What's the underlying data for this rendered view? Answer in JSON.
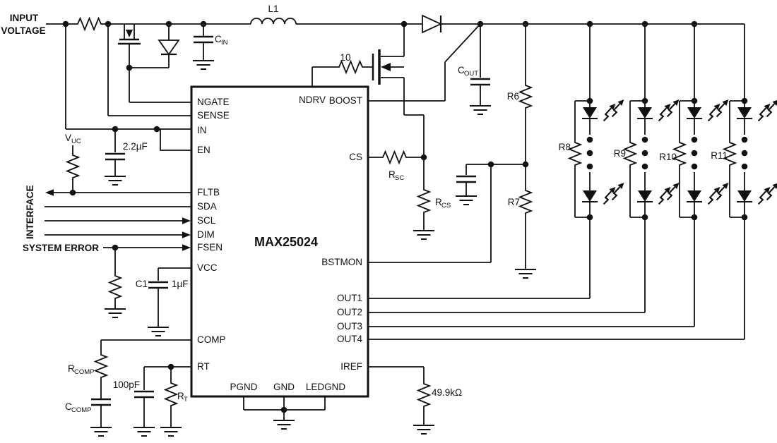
{
  "colors": {
    "ink": "#111111",
    "background": "#ffffff"
  },
  "io": {
    "input_voltage_line1": "INPUT",
    "input_voltage_line2": "VOLTAGE",
    "interface": "INTERFACE",
    "system_error": "SYSTEM ERROR"
  },
  "ic": {
    "name": "MAX25024",
    "pins": {
      "left": [
        "NGATE",
        "SENSE",
        "IN",
        "EN",
        "FLTB",
        "SDA",
        "SCL",
        "DIM",
        "FSEN",
        "VCC",
        "COMP",
        "RT"
      ],
      "right": [
        "BOOST",
        "CS",
        "BSTMON",
        "OUT1",
        "OUT2",
        "OUT3",
        "OUT4",
        "IREF"
      ],
      "top": [
        "NDRV"
      ],
      "bottom": [
        "PGND",
        "GND",
        "LEDGND"
      ]
    }
  },
  "components": {
    "inductor": "L1",
    "gate_resistor": "10",
    "input_cap": {
      "base": "C",
      "sub": "IN"
    },
    "output_cap": {
      "base": "C",
      "sub": "OUT"
    },
    "pullup_rail": {
      "base": "V",
      "sub": "UC"
    },
    "in_bypass_cap": "2.2µF",
    "vcc_cap_name": "C1",
    "vcc_cap_value": "1µF",
    "sense_resistor": {
      "base": "R",
      "sub": "SC"
    },
    "cs_filter_resistor": {
      "base": "R",
      "sub": "CS"
    },
    "comp_resistor": {
      "base": "R",
      "sub": "COMP"
    },
    "comp_cap": {
      "base": "C",
      "sub": "COMP"
    },
    "rt_cap": "100pF",
    "rt_resistor": {
      "base": "R",
      "sub": "T"
    },
    "r6": "R6",
    "r7": "R7",
    "r8": "R8",
    "r9": "R9",
    "r10": "R10",
    "r11": "R11",
    "iref_resistor": "49.9kΩ"
  }
}
